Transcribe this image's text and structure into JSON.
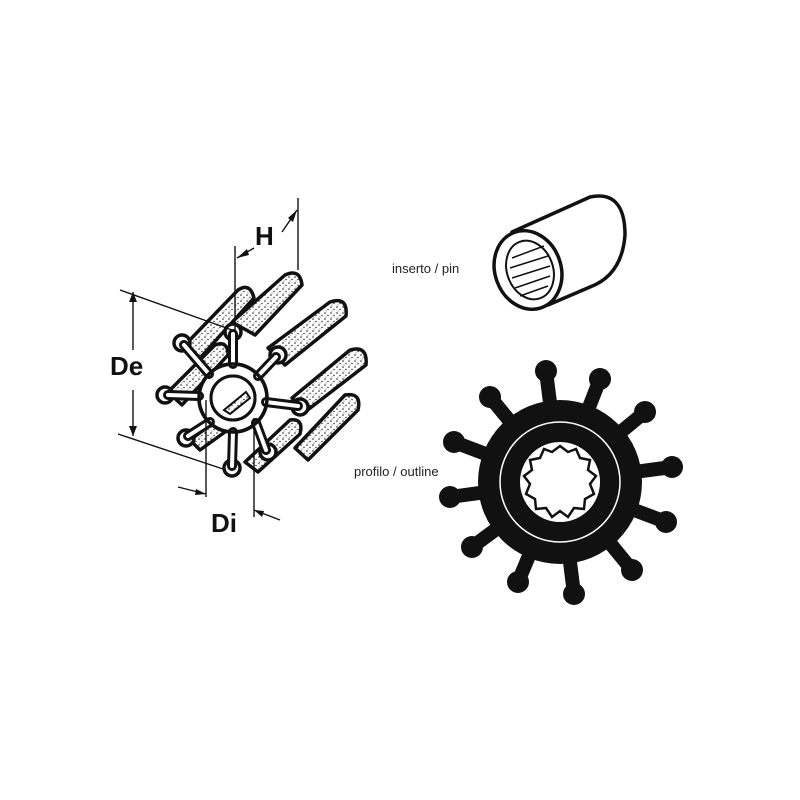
{
  "diagram": {
    "title": "Impeller technical drawing",
    "dimension_labels": {
      "height": "H",
      "outer_diameter": "De",
      "inner_diameter": "Di"
    },
    "callouts": {
      "insert": "inserto / pin",
      "outline": "profilo / outline"
    },
    "parts": {
      "isometric_impeller": {
        "vane_count": 8
      },
      "insert_pin": {
        "spline_teeth": 16
      },
      "outline_impeller": {
        "blade_count": 12,
        "spline_teeth": 14
      }
    },
    "colors": {
      "ink": "#111111",
      "background": "#ffffff",
      "stipple": "#d8d8d8"
    }
  }
}
